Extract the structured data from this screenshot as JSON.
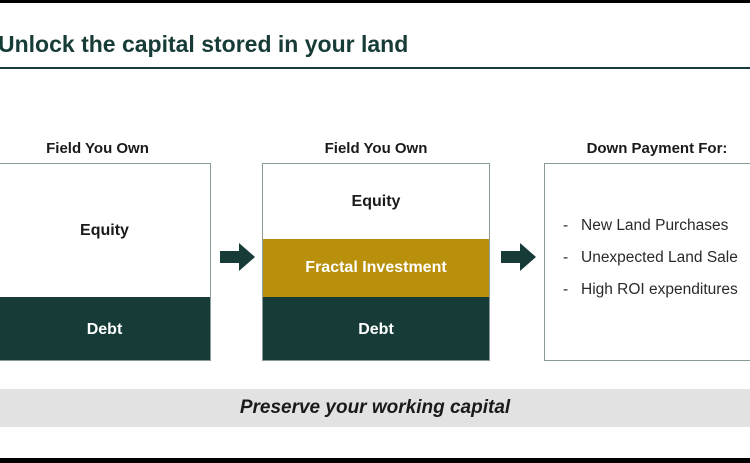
{
  "title": "Unlock the capital stored in your land",
  "columns": [
    {
      "label": "Field You Own",
      "segments": {
        "equity": "Equity",
        "debt": "Debt"
      }
    },
    {
      "label": "Field You Own",
      "segments": {
        "equity": "Equity",
        "investment": "Fractal Investment",
        "debt": "Debt"
      }
    },
    {
      "label": "Down Payment For:",
      "items": [
        "New Land Purchases",
        "Unexpected Land Sale",
        "High ROI expenditures"
      ]
    }
  ],
  "banner": "Preserve your working capital",
  "colors": {
    "dark_green": "#173c37",
    "gold": "#b8900c",
    "banner_gray": "#e2e2e2"
  },
  "icons": [
    "right-arrow-icon",
    "right-arrow-icon"
  ]
}
